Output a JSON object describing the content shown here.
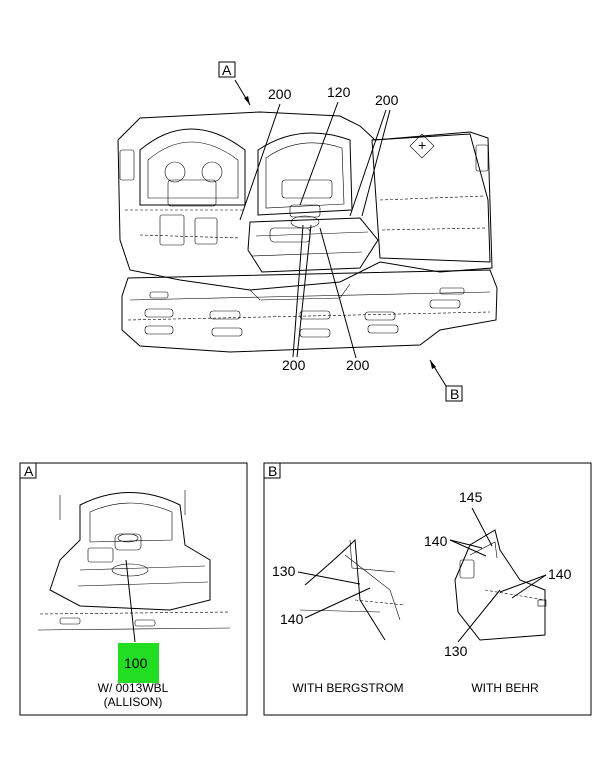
{
  "callouts": {
    "view_a_marker": "A",
    "view_b_marker": "B",
    "top_200_left": "200",
    "top_120": "120",
    "top_200_right": "200",
    "bottom_200_left": "200",
    "bottom_200_right": "200"
  },
  "detail_a": {
    "tag": "A",
    "part_number": "100",
    "highlight_color": "#22dd22",
    "caption_line1": "W/ 0013WBL",
    "caption_line2": "(ALLISON)"
  },
  "detail_b": {
    "tag": "B",
    "left": {
      "label_130": "130",
      "label_140": "140",
      "caption": "WITH BERGSTROM"
    },
    "right": {
      "label_145": "145",
      "label_140_left": "140",
      "label_140_right": "140",
      "label_130": "130",
      "caption": "WITH BEHR"
    }
  }
}
